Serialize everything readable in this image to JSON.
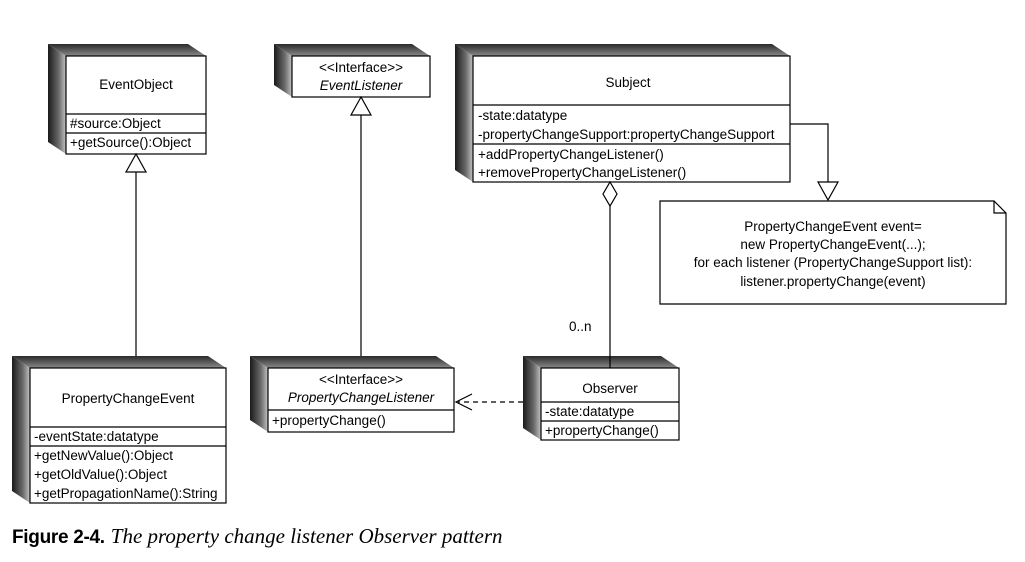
{
  "classes": {
    "event_object": {
      "name": "EventObject",
      "attributes": [
        "#source:Object"
      ],
      "operations": [
        "+getSource():Object"
      ]
    },
    "event_listener": {
      "stereotype": "<<Interface>>",
      "name": "EventListener"
    },
    "subject": {
      "name": "Subject",
      "attributes": [
        "-state:datatype",
        "-propertyChangeSupport:propertyChangeSupport"
      ],
      "operations": [
        "+addPropertyChangeListener()",
        "+removePropertyChangeListener()"
      ]
    },
    "property_change_event": {
      "name": "PropertyChangeEvent",
      "attributes": [
        "-eventState:datatype"
      ],
      "operations": [
        "+getNewValue():Object",
        "+getOldValue():Object",
        "+getPropagationName():String"
      ]
    },
    "property_change_listener": {
      "stereotype": "<<Interface>>",
      "name": "PropertyChangeListener",
      "operations": [
        "+propertyChange()"
      ]
    },
    "observer": {
      "name": "Observer",
      "attributes": [
        "-state:datatype"
      ],
      "operations": [
        "+propertyChange()"
      ]
    }
  },
  "note": {
    "lines": [
      "PropertyChangeEvent event=",
      "new PropertyChangeEvent(...);",
      "for each listener (PropertyChangeSupport list):",
      "listener.propertyChange(event)"
    ]
  },
  "multiplicity": "0..n",
  "caption": {
    "label": "Figure 2-4.",
    "text": "The property change listener Observer pattern"
  }
}
